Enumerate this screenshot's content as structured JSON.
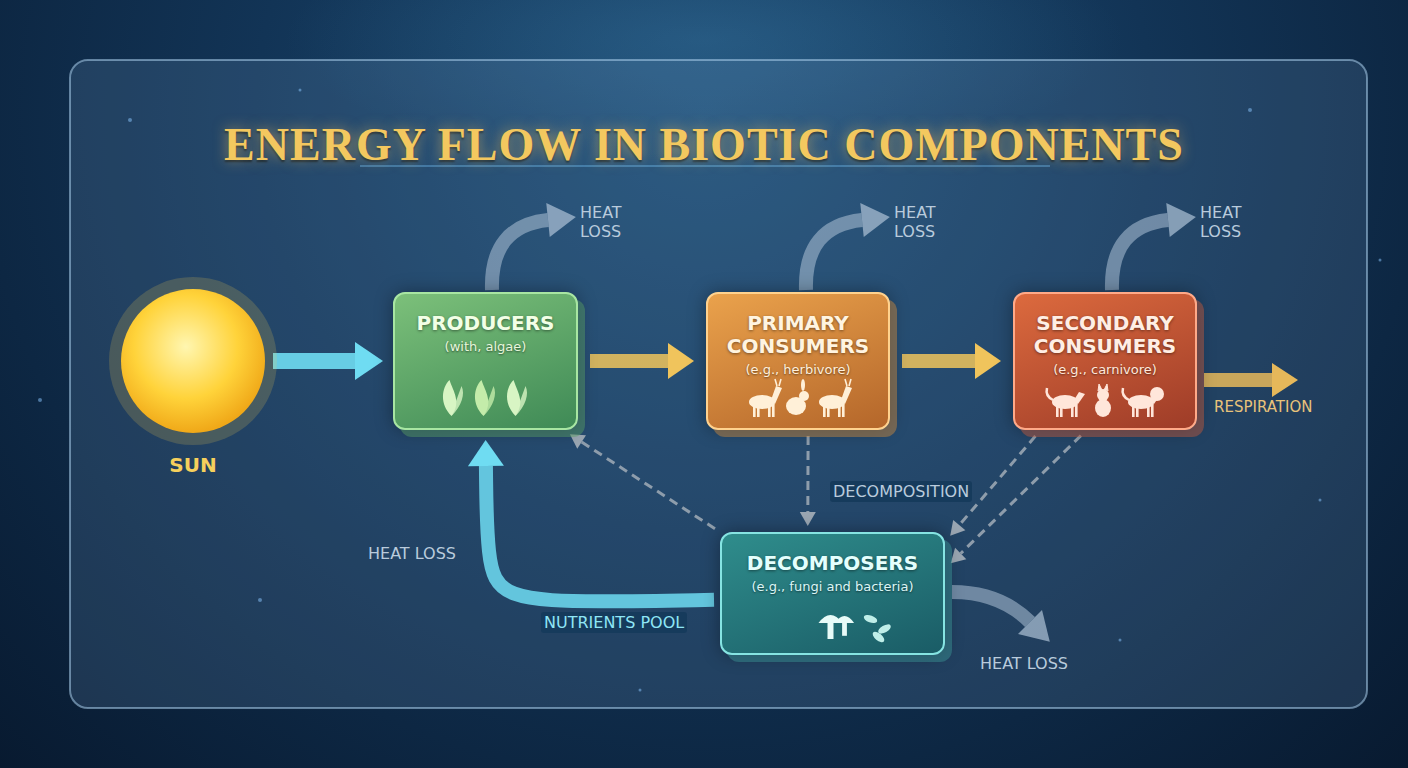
{
  "diagram": {
    "title": "ENERGY FLOW IN BIOTIC COMPONENTS",
    "nodes": [
      {
        "text": [
          "SUN"
        ]
      },
      {
        "text": [
          "PRODUCERS",
          "(with, algae)"
        ]
      },
      {
        "text": [
          "PRIMARY CONSUMERS",
          "(e.g., herbivore)"
        ]
      },
      {
        "text": [
          "SECONDARY CONSUMERS",
          "(e.g., carnivore)"
        ]
      },
      {
        "text": [
          "DECOMPOSERS",
          "(e.g., fungi and bacteria)"
        ]
      }
    ],
    "edges": [
      {
        "from": 0,
        "to": 1,
        "arrow": "to"
      },
      {
        "from": 1,
        "to": 2,
        "arrow": "to"
      },
      {
        "from": 2,
        "to": 3,
        "arrow": "to"
      },
      {
        "from": 2,
        "to": 4,
        "label": "DECOMPOSITION",
        "arrow": "to"
      },
      {
        "from": 3,
        "to": 4,
        "arrow": "to"
      },
      {
        "from": 3,
        "to": 4,
        "arrow": "to"
      },
      {
        "from": 4,
        "to": 1,
        "arrow": "to"
      },
      {
        "from": 4,
        "to": 1,
        "label": "NUTRIENTS POOL",
        "arrow": "to"
      }
    ],
    "labels": [
      "HEAT LOSS",
      "HEAT LOSS",
      "HEAT LOSS",
      "RESPIRATION",
      "HEAT LOSS",
      "HEAT LOSS"
    ]
  }
}
